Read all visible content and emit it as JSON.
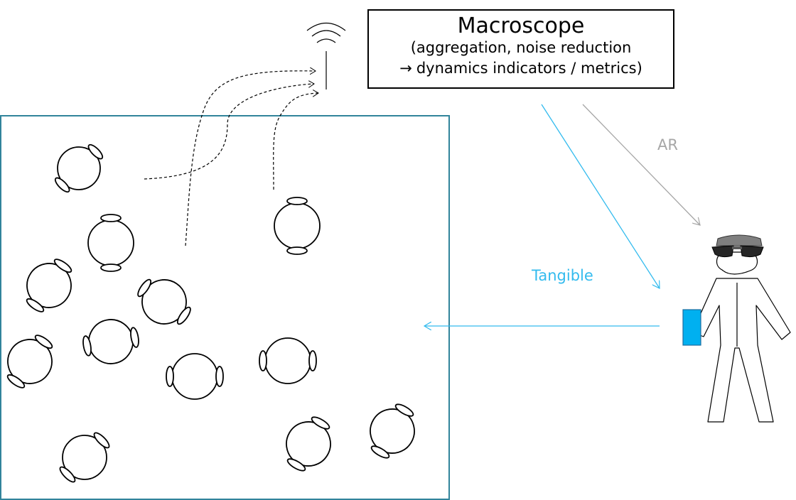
{
  "macroscope": {
    "title": "Macroscope",
    "line1": "(aggregation, noise reduction",
    "arrow_icon": "→",
    "line2": "dynamics indicators / metrics)"
  },
  "labels": {
    "ar": "AR",
    "tangible": "Tangible"
  },
  "colors": {
    "room_border": "#31849b",
    "tangible": "#33bbee",
    "ar": "#a6a6a6",
    "device": "#00b0f0"
  },
  "icons": [
    "antenna-icon",
    "person-icon",
    "ar-glasses-icon",
    "tablet-icon",
    "head-top-view-icon"
  ]
}
